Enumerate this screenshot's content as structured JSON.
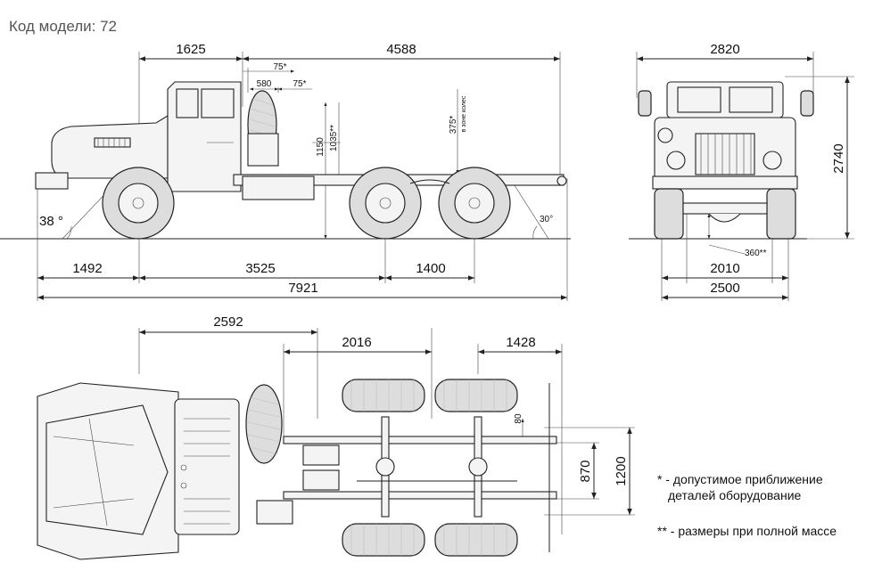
{
  "model_label": "Код модели: 72",
  "side_view": {
    "dim_front_cab": "1625",
    "dim_rear": "4588",
    "dim_75a": "75*",
    "dim_580": "580",
    "dim_75b": "75*",
    "dim_375": "375*",
    "dim_375_note": "в зоне колес",
    "dim_1150": "1150",
    "dim_1035": "1035**",
    "angle_front": "38 °",
    "angle_rear": "30°",
    "dim_front_overhang": "1492",
    "dim_wheelbase": "3525",
    "dim_bogie": "1400",
    "dim_total_length": "7921"
  },
  "front_view": {
    "dim_width_top": "2820",
    "dim_height": "2740",
    "dim_clearance": "360**",
    "dim_track": "2010",
    "dim_width": "2500"
  },
  "top_view": {
    "dim_2592": "2592",
    "dim_2016": "2016",
    "dim_1428": "1428",
    "dim_80": "80",
    "dim_870": "870",
    "dim_1200": "1200"
  },
  "notes": {
    "note1_line1": "* - допустимое приближение",
    "note1_line2": "деталей оборудование",
    "note2": "** - размеры при полной массе"
  },
  "colors": {
    "line": "#222222",
    "text": "#111111",
    "label": "#555555",
    "background": "#ffffff"
  }
}
